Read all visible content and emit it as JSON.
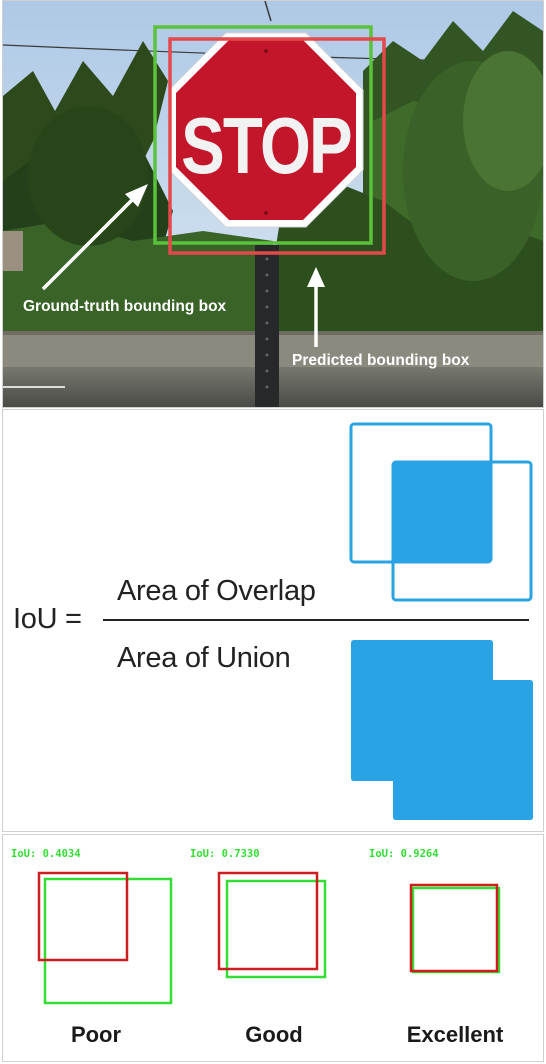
{
  "photo": {
    "sign_text": "STOP",
    "ground_truth_label": "Ground-truth bounding box",
    "predicted_label": "Predicted bounding box",
    "ground_truth_color": "#5bc33b",
    "predicted_color": "#e5484b"
  },
  "formula": {
    "lhs": "IoU =",
    "numerator": "Area of Overlap",
    "denominator": "Area of Union",
    "accent_color": "#29a3e3"
  },
  "examples": {
    "readout_color": "#33dd33",
    "items": [
      {
        "iou_text": "IoU: 0.4034",
        "quality": "Poor"
      },
      {
        "iou_text": "IoU: 0.7330",
        "quality": "Good"
      },
      {
        "iou_text": "IoU: 0.9264",
        "quality": "Excellent"
      }
    ]
  }
}
